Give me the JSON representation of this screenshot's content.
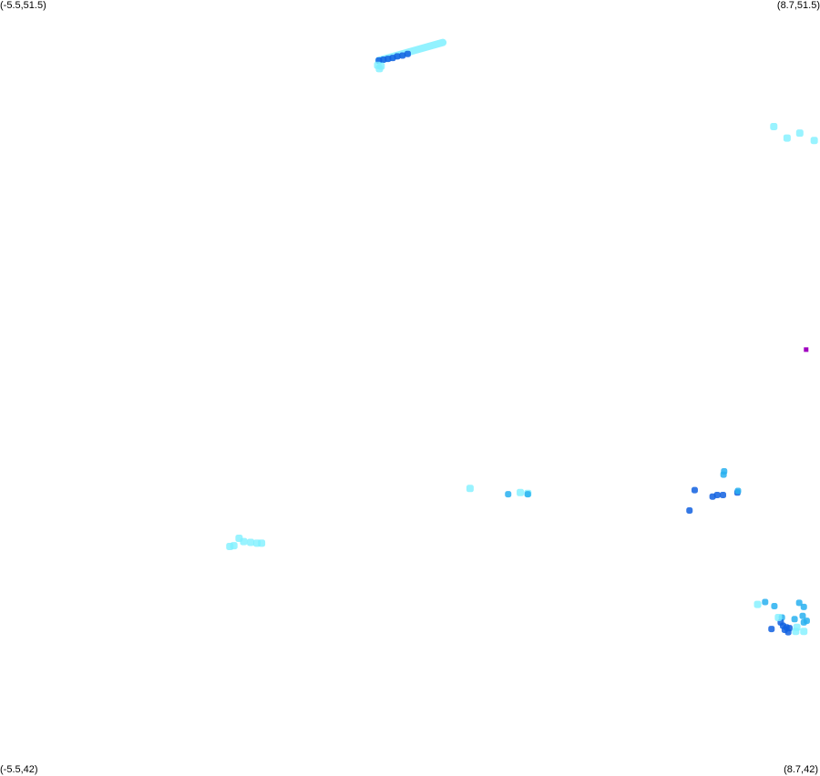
{
  "map": {
    "corners": {
      "top_left": "(-5.5,51.5)",
      "top_right": "(8.7,51.5)",
      "bottom_left": "(-5.5,42)",
      "bottom_right": "(8.7,42)"
    },
    "extent": {
      "lon_min": -5.5,
      "lon_max": 8.7,
      "lat_min": 42,
      "lat_max": 51.5
    },
    "colors": {
      "light": "#80f0ff",
      "medium": "#28b0f0",
      "dark": "#1060e0",
      "marker": "#a000c0"
    },
    "track": {
      "lon_start": 1.06,
      "lat_start": 50.76,
      "lon_end": 2.17,
      "lat_end": 50.98
    },
    "clusters": [
      {
        "name": "track-dark-dots",
        "color": "dark",
        "points": [
          [
            1.06,
            50.76
          ],
          [
            1.14,
            50.77
          ],
          [
            1.22,
            50.78
          ],
          [
            1.3,
            50.79
          ],
          [
            1.38,
            50.81
          ],
          [
            1.47,
            50.82
          ],
          [
            1.56,
            50.84
          ]
        ]
      },
      {
        "name": "track-head",
        "color": "light",
        "points": [
          [
            1.04,
            50.7
          ],
          [
            1.1,
            50.69
          ],
          [
            1.07,
            50.66
          ]
        ]
      },
      {
        "name": "channel-north-east",
        "color": "light",
        "points": [
          [
            7.9,
            49.95
          ],
          [
            8.13,
            49.81
          ],
          [
            8.35,
            49.87
          ],
          [
            8.6,
            49.78
          ]
        ]
      },
      {
        "name": "central-group",
        "color": "light",
        "points": [
          [
            2.64,
            45.52
          ],
          [
            3.51,
            45.47
          ],
          [
            3.64,
            45.46
          ]
        ]
      },
      {
        "name": "central-blue",
        "color": "medium",
        "points": [
          [
            3.64,
            45.45
          ],
          [
            3.3,
            45.45
          ]
        ]
      },
      {
        "name": "west-group",
        "color": "light",
        "points": [
          [
            -1.36,
            44.91
          ],
          [
            -1.28,
            44.87
          ],
          [
            -1.16,
            44.86
          ],
          [
            -1.05,
            44.85
          ],
          [
            -0.97,
            44.85
          ],
          [
            -1.52,
            44.81
          ],
          [
            -1.45,
            44.82
          ]
        ]
      },
      {
        "name": "east-cluster-a-dark",
        "color": "dark",
        "points": [
          [
            6.53,
            45.5
          ],
          [
            6.44,
            45.25
          ],
          [
            6.84,
            45.42
          ],
          [
            6.92,
            45.44
          ],
          [
            7.02,
            45.44
          ],
          [
            7.27,
            45.47
          ]
        ]
      },
      {
        "name": "east-cluster-a-light",
        "color": "medium",
        "points": [
          [
            7.03,
            45.69
          ],
          [
            7.04,
            45.73
          ],
          [
            7.28,
            45.49
          ]
        ]
      },
      {
        "name": "south-east-medium",
        "color": "medium",
        "points": [
          [
            7.75,
            44.13
          ],
          [
            7.91,
            44.08
          ],
          [
            8.04,
            43.94
          ],
          [
            8.26,
            43.92
          ],
          [
            8.4,
            43.96
          ],
          [
            8.42,
            43.88
          ],
          [
            8.47,
            43.9
          ],
          [
            8.34,
            44.12
          ],
          [
            8.42,
            44.07
          ]
        ]
      },
      {
        "name": "south-east-dark",
        "color": "dark",
        "points": [
          [
            8.02,
            43.88
          ],
          [
            8.06,
            43.84
          ],
          [
            8.12,
            43.82
          ],
          [
            8.17,
            43.81
          ],
          [
            8.09,
            43.79
          ],
          [
            8.15,
            43.76
          ],
          [
            7.86,
            43.8
          ]
        ]
      },
      {
        "name": "south-east-light",
        "color": "light",
        "points": [
          [
            7.62,
            44.1
          ],
          [
            8.28,
            43.77
          ],
          [
            8.42,
            43.77
          ],
          [
            8.3,
            43.82
          ],
          [
            7.98,
            43.94
          ]
        ]
      },
      {
        "name": "marker",
        "color": "marker",
        "points": [
          [
            8.46,
            47.22
          ]
        ]
      }
    ]
  }
}
